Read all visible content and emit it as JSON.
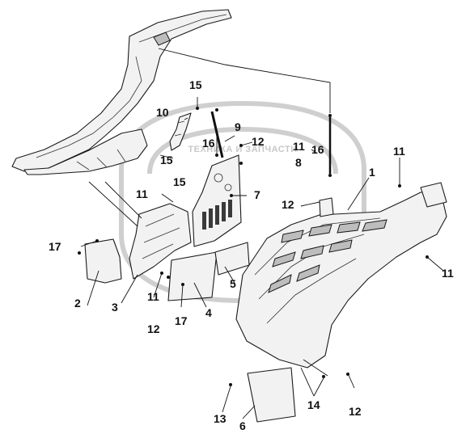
{
  "watermark": {
    "text": "ТЕХНИКА И ЗАПЧАСТИ"
  },
  "callouts": {
    "c1": "1",
    "c2": "2",
    "c3": "3",
    "c4": "4",
    "c5": "5",
    "c6": "6",
    "c7": "7",
    "c8": "8",
    "c9": "9",
    "c10": "10",
    "c11a": "11",
    "c11b": "11",
    "c11c": "11",
    "c11d": "11",
    "c11e": "11",
    "c12a": "12",
    "c12b": "12",
    "c12c": "12",
    "c12d": "12",
    "c13": "13",
    "c14": "14",
    "c15a": "15",
    "c15b": "15",
    "c15c": "15",
    "c16a": "16",
    "c16b": "16",
    "c17a": "17",
    "c17b": "17"
  }
}
